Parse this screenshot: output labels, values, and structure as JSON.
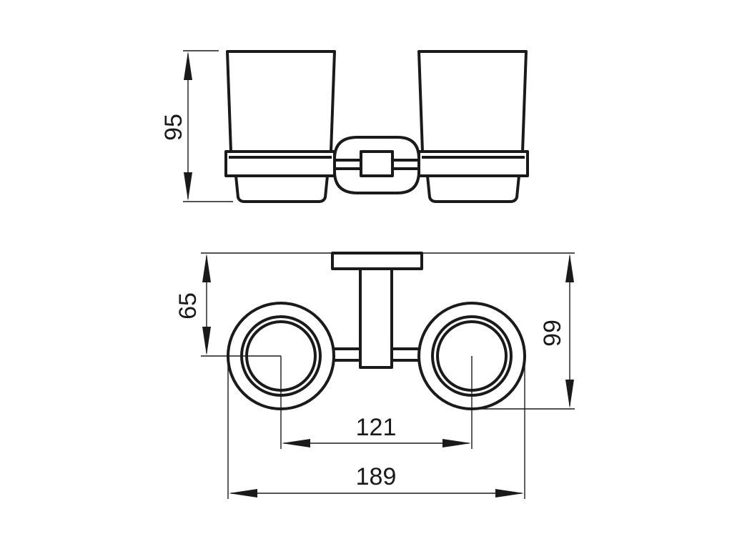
{
  "dimensions": {
    "height_cups": "95",
    "center_offset": "65",
    "depth_total": "99",
    "center_spacing": "121",
    "width_total": "189"
  },
  "colors": {
    "line": "#1a1a1a",
    "background": "#ffffff"
  }
}
